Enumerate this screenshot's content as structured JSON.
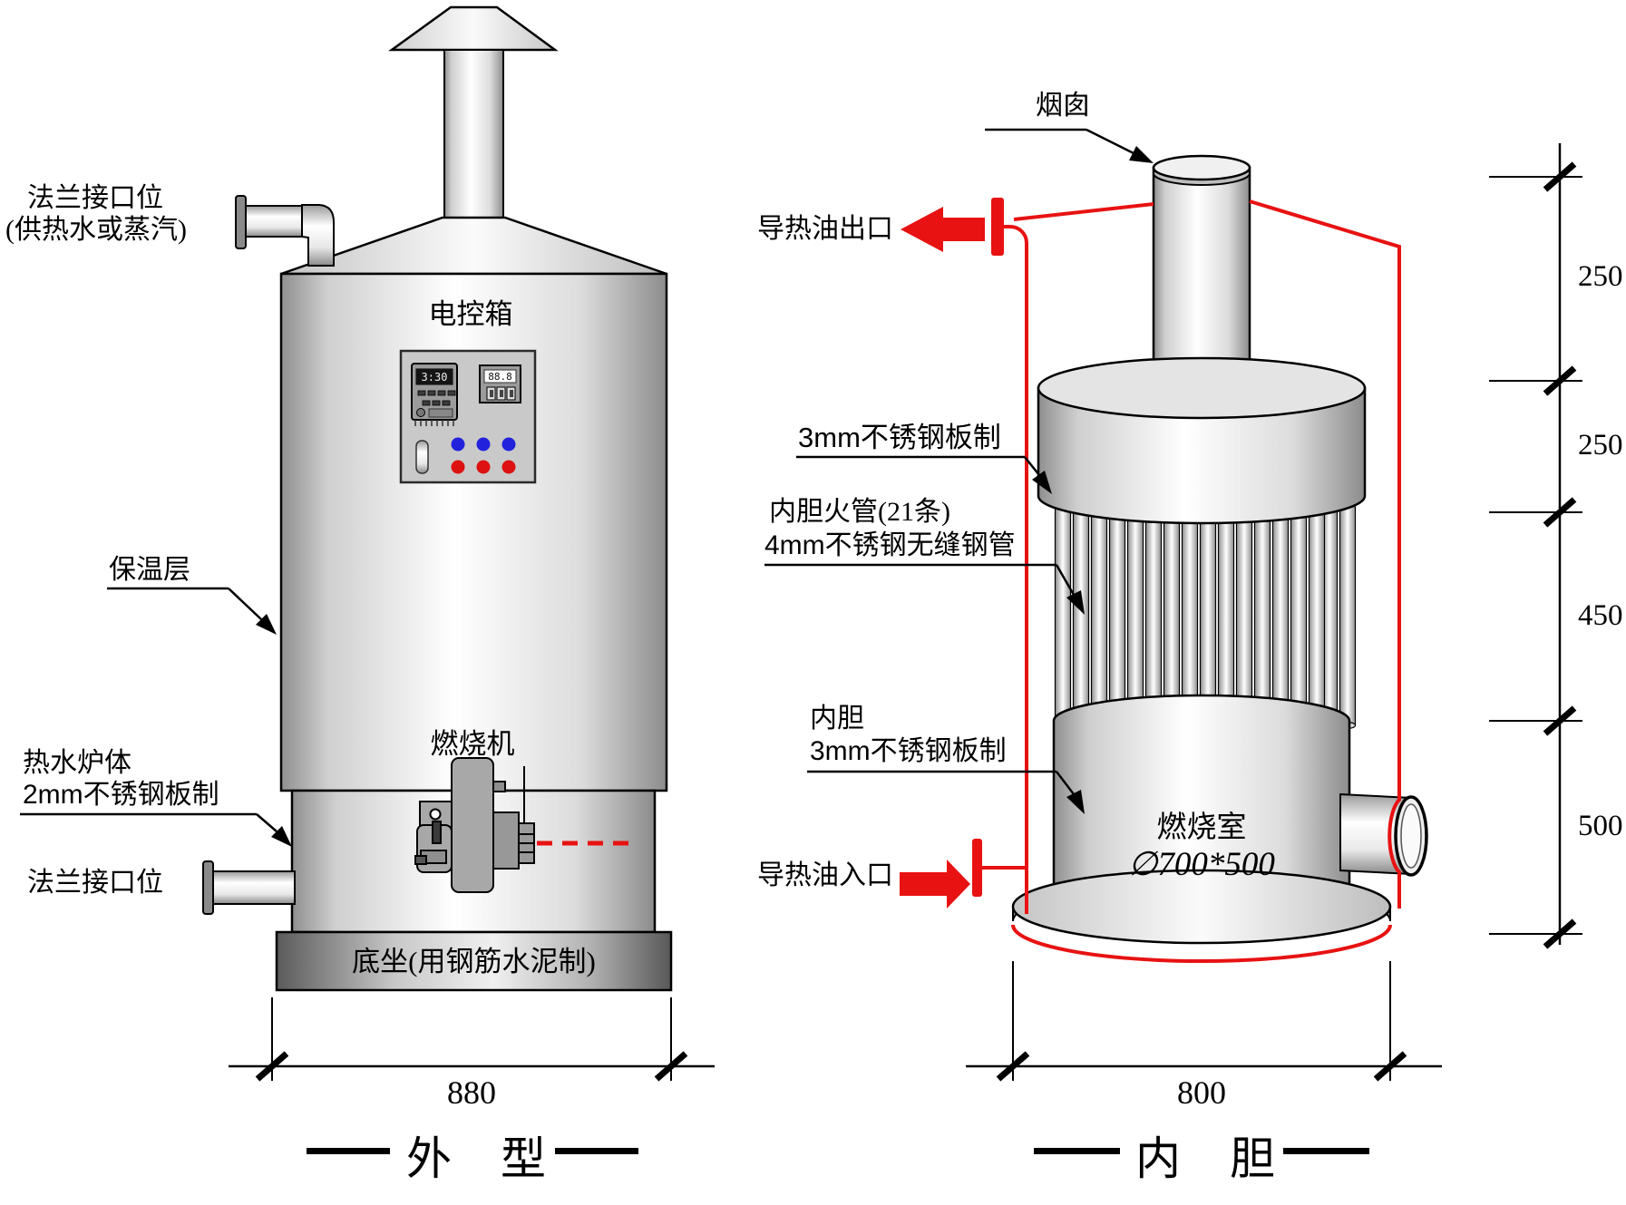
{
  "colors": {
    "red": "#e81212",
    "led_blue": "#2222dd",
    "led_red": "#dd1111"
  },
  "left": {
    "title": "外　型",
    "labels": {
      "flange_top_1": "法兰接口位",
      "flange_top_2": "(供热水或蒸汽)",
      "control_box": "电控箱",
      "insulation": "保温层",
      "body_1": "热水炉体",
      "body_2": "2mm不锈钢板制",
      "burner": "燃烧机",
      "flange_bottom": "法兰接口位",
      "base": "底坐(用钢筋水泥制)",
      "width_dim": "880"
    },
    "panel": {
      "display1": "3:30",
      "display2": "88.8"
    }
  },
  "right": {
    "title": "内　胆",
    "labels": {
      "chimney": "烟囱",
      "oil_out": "导热油出口",
      "plate_3mm": "3mm不锈钢板制",
      "tubes_1": "内胆火管(21条)",
      "tubes_2": "4mm不锈钢无缝钢管",
      "tank_1": "内胆",
      "tank_2": "3mm不锈钢板制",
      "oil_in": "导热油入口",
      "chamber_1": "燃烧室",
      "chamber_2": "∅700*500",
      "width_dim": "800"
    },
    "dims": [
      "250",
      "250",
      "450",
      "500"
    ]
  }
}
